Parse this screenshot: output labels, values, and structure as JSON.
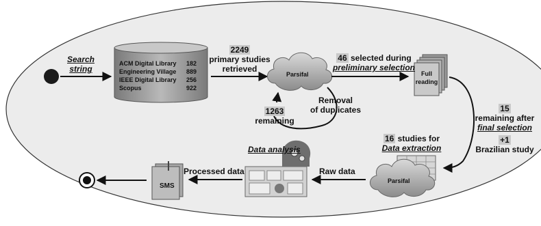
{
  "search": {
    "line1": "Search",
    "line2": "string"
  },
  "databases": [
    {
      "name": "ACM Digital Library",
      "count": "182"
    },
    {
      "name": "Engineering Village",
      "count": "889"
    },
    {
      "name": "IEEE Digital Library",
      "count": "256"
    },
    {
      "name": "Scopus",
      "count": "922"
    }
  ],
  "retrieved": {
    "count": "2249",
    "line1": "primary studies",
    "line2": "retrieved"
  },
  "parsifal_top": "Parsifal",
  "preliminary": {
    "count": "46",
    "text": "selected during",
    "line2": "preliminary selection"
  },
  "full_reading": {
    "line1": "Full",
    "line2": "reading"
  },
  "removal": {
    "line1": "Removal",
    "line2": "of duplicates"
  },
  "remaining_1263": {
    "count": "1263",
    "text": "remaining"
  },
  "final": {
    "count": "15",
    "text": "remaining after",
    "line2": "final selection"
  },
  "brazilian": {
    "count": "+1",
    "text": "Brazilian study"
  },
  "extraction": {
    "count": "16",
    "text": "studies for",
    "line2": "Data extraction"
  },
  "parsifal_bottom": "Parsifal",
  "raw_data": "Raw data",
  "data_analysis": "Data analysis",
  "processed_data": "Processed data",
  "sms": "SMS"
}
